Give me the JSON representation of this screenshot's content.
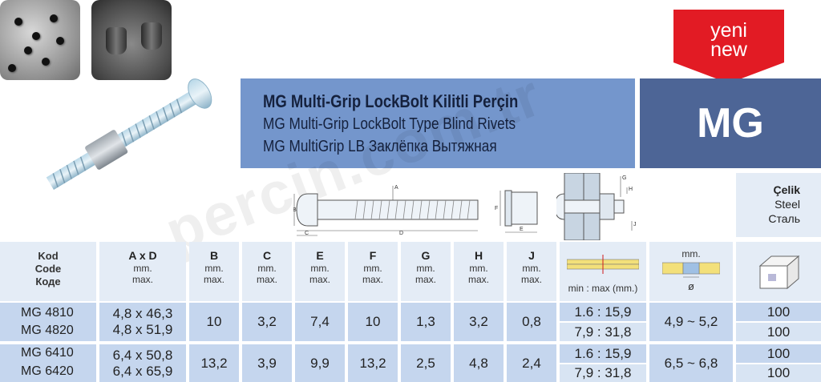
{
  "title": {
    "line1": "MG Multi-Grip LockBolt Kilitli Perçin",
    "line2": "MG Multi-Grip LockBolt Type Blind Rivets",
    "line3": "MG MultiGrip LB Заклёпка Вытяжная"
  },
  "badge": {
    "line1": "yeni",
    "line2": "new"
  },
  "series_code": "MG",
  "watermark": "percin.com.tr",
  "material": {
    "tr": "Çelik",
    "en": "Steel",
    "ru": "Сталь"
  },
  "diagram_labels": {
    "A": "A",
    "B": "B",
    "C": "C",
    "D": "D",
    "E": "E",
    "F": "F",
    "G": "G",
    "H": "H",
    "J": "J"
  },
  "headers": {
    "code": [
      "Kod",
      "Code",
      "Коде"
    ],
    "axd": "A x D",
    "b": "B",
    "c": "C",
    "e": "E",
    "f": "F",
    "g": "G",
    "h": "H",
    "j": "J",
    "unit1": "mm.",
    "unit2": "max.",
    "grip_label": "min : max (mm.)",
    "hole_unit": "mm.",
    "hole_symbol": "ø"
  },
  "rows": [
    {
      "code": "MG 4810",
      "axd": "4,8 x 46,3",
      "grip": "1.6 : 15,9",
      "qty": "100"
    },
    {
      "code": "MG 4820",
      "axd": "4,8 x 51,9",
      "grip": "7,9 : 31,8",
      "qty": "100"
    },
    {
      "code": "MG 6410",
      "axd": "6,4 x 50,8",
      "grip": "1.6 : 15,9",
      "qty": "100"
    },
    {
      "code": "MG 6420",
      "axd": "6,4 x 65,9",
      "grip": "7,9 : 31,8",
      "qty": "100"
    }
  ],
  "groups": [
    {
      "b": "10",
      "c": "3,2",
      "e": "7,4",
      "f": "10",
      "g": "1,3",
      "h": "3,2",
      "j": "0,8",
      "hole": "4,9 ~ 5,2"
    },
    {
      "b": "13,2",
      "c": "3,9",
      "e": "9,9",
      "f": "13,2",
      "g": "2,5",
      "h": "4,8",
      "j": "2,4",
      "hole": "6,5 ~ 6,8"
    }
  ],
  "colors": {
    "banner": "#7496cc",
    "code_box": "#4d6596",
    "badge": "#e21b24",
    "header_bg": "#e4ecf6",
    "row_bg": "#c5d6ee"
  }
}
